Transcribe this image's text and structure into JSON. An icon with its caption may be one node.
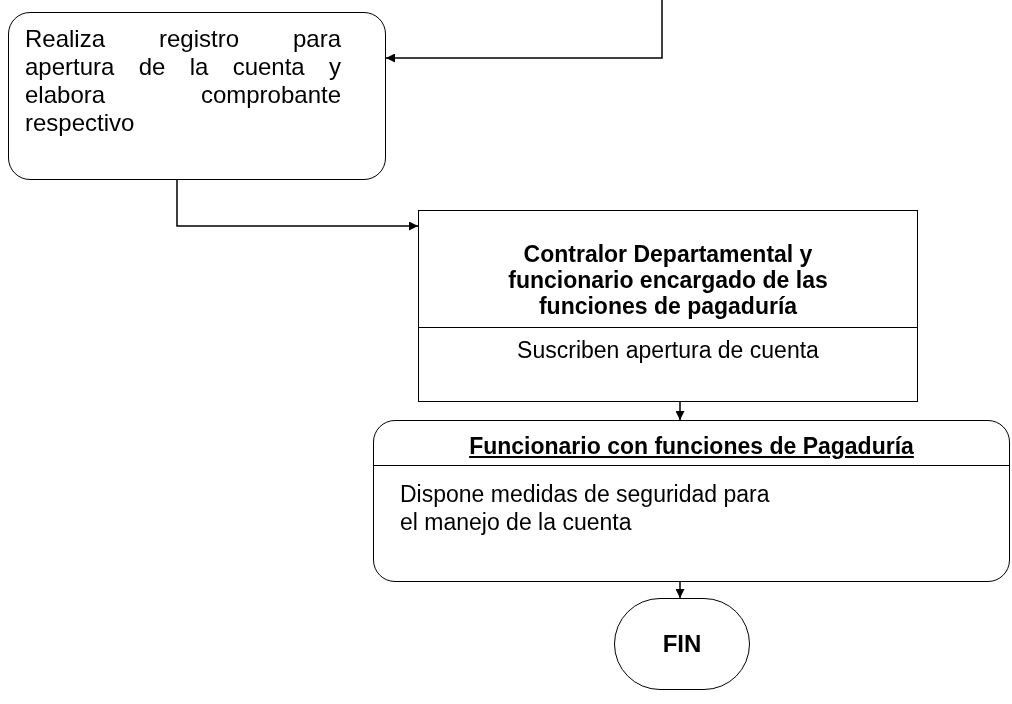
{
  "diagram": {
    "nodes": [
      {
        "text": [
          "Realiza registro para apertura de la cuenta y elabora comprobante respectivo"
        ]
      },
      {
        "text": [
          "Contralor Departamental y funcionario encargado de las funciones de pagaduría",
          "Suscriben apertura de cuenta"
        ]
      },
      {
        "text": [
          "Funcionario con funciones de Pagaduría",
          "Dispone medidas de seguridad para el manejo de la cuenta"
        ]
      },
      {
        "text": [
          "FIN"
        ]
      }
    ],
    "edges": [
      {
        "from": null,
        "to": 0,
        "arrow": "to"
      },
      {
        "from": 0,
        "to": 1,
        "arrow": "to"
      },
      {
        "from": 1,
        "to": 2,
        "arrow": "to"
      },
      {
        "from": 2,
        "to": 3,
        "arrow": "to"
      }
    ]
  }
}
